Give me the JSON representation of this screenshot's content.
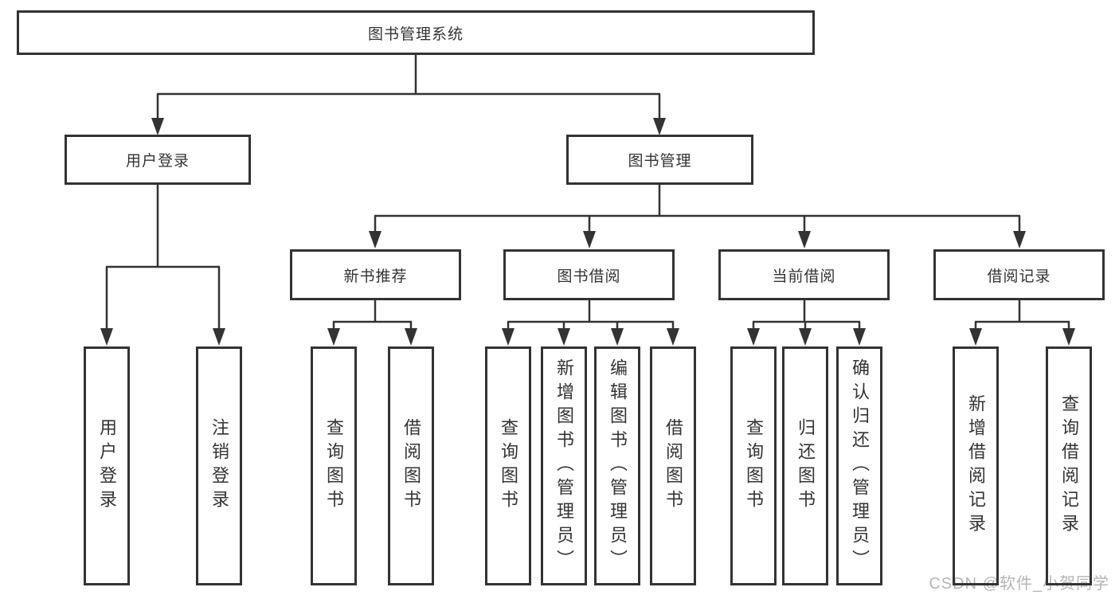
{
  "diagram": {
    "root_label": "图书管理系统",
    "level2": [
      {
        "id": "user-login",
        "label": "用户登录"
      },
      {
        "id": "book-management",
        "label": "图书管理"
      }
    ],
    "level3": [
      {
        "id": "new-book-recommendation",
        "label": "新书推荐",
        "parent": "图书管理"
      },
      {
        "id": "book-borrowing",
        "label": "图书借阅",
        "parent": "图书管理"
      },
      {
        "id": "current-borrowing",
        "label": "当前借阅",
        "parent": "图书管理"
      },
      {
        "id": "borrowing-records",
        "label": "借阅记录",
        "parent": "图书管理"
      }
    ],
    "leaves": [
      {
        "id": "user-login",
        "label": "用户登录",
        "parent": "用户登录"
      },
      {
        "id": "logout",
        "label": "注销登录",
        "parent": "用户登录"
      },
      {
        "id": "query-books-recommend",
        "label": "查询图书",
        "parent": "新书推荐"
      },
      {
        "id": "borrow-books-recommend",
        "label": "借阅图书",
        "parent": "新书推荐"
      },
      {
        "id": "query-books-borrowing",
        "label": "查询图书",
        "parent": "图书借阅"
      },
      {
        "id": "add-books-admin",
        "label": "新增图书（管理员）",
        "parent": "图书借阅"
      },
      {
        "id": "edit-books-admin",
        "label": "编辑图书（管理员）",
        "parent": "图书借阅"
      },
      {
        "id": "borrow-books-borrowing",
        "label": "借阅图书",
        "parent": "图书借阅"
      },
      {
        "id": "query-books-current",
        "label": "查询图书",
        "parent": "当前借阅"
      },
      {
        "id": "return-books",
        "label": "归还图书",
        "parent": "当前借阅"
      },
      {
        "id": "confirm-return-admin",
        "label": "确认归还（管理员）",
        "parent": "当前借阅"
      },
      {
        "id": "add-borrowing-record",
        "label": "新增借阅记录",
        "parent": "借阅记录"
      },
      {
        "id": "query-borrowing-record",
        "label": "查询借阅记录",
        "parent": "借阅记录"
      }
    ]
  },
  "watermark": {
    "text": "CSDN @软件_小贺同学"
  },
  "colors": {
    "line": "#333333",
    "text": "#333333",
    "watermark": "#b5b5b5",
    "background": "#ffffff"
  }
}
